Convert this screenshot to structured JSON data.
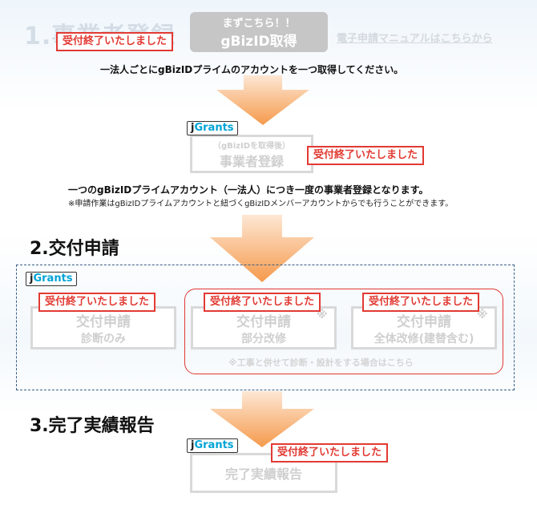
{
  "step1": {
    "title": "1.事業者登録",
    "stamp": "受付終了いたしました"
  },
  "gbizid_button": {
    "line1": "まずこちら！！",
    "line2": "gBizID取得"
  },
  "manual_link": "電子申請マニュアルはこちらから",
  "note_account": "一法人ごとにgBizIDプライムのアカウントを一つ取得してください。",
  "jgrants_logo": {
    "j": "j",
    "rest": "Grants"
  },
  "registration": {
    "small": "（gBizIDを取得後）",
    "main": "事業者登録",
    "stamp": "受付終了いたしました"
  },
  "note_registration": "一つのgBizIDプライムアカウント（一法人）につき一度の事業者登録となります。",
  "note_member": "※申請作業はgBizIDプライムアカウントと紐づくgBizIDメンバーアカウントからでも行うことができます。",
  "step2": {
    "title": "2.交付申請"
  },
  "applications": [
    {
      "main": "交付申請",
      "sub": "診断のみ",
      "stamp": "受付終了いたしました",
      "mark": ""
    },
    {
      "main": "交付申請",
      "sub": "部分改修",
      "stamp": "受付終了いたしました",
      "mark": "※"
    },
    {
      "main": "交付申請",
      "sub": "全体改修(建替含む)",
      "stamp": "受付終了いたしました",
      "mark": "※"
    }
  ],
  "construction_note": "※工事と併せて診断・設計をする場合はこちら",
  "step3": {
    "title": "3.完了実績報告"
  },
  "completion": {
    "main": "完了実績報告",
    "stamp": "受付終了いたしました"
  },
  "colors": {
    "stamp_red": "#e23a33",
    "arrow_orange": "#f7a35c",
    "jgrants_blue": "#00a4d6",
    "dashed_navy": "#3a5f86"
  }
}
